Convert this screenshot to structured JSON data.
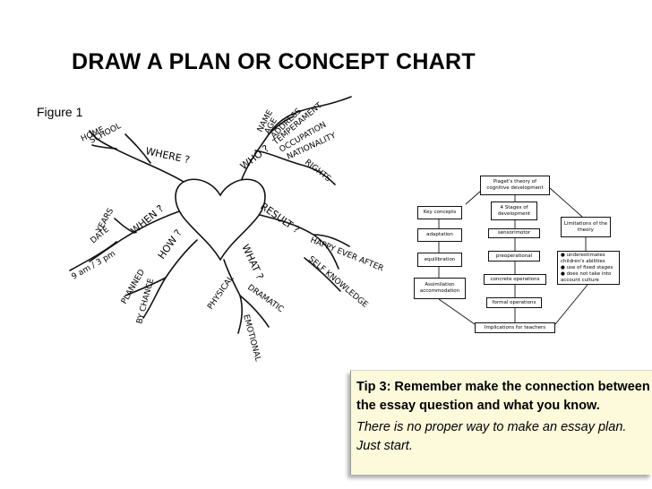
{
  "slide": {
    "title": "DRAW A PLAN OR CONCEPT CHART",
    "figure_label": "Figure 1"
  },
  "mindmap": {
    "words": {
      "where": "WHERE ?",
      "who": "WHO ?",
      "when": "WHEN ?",
      "how": "HOW ?",
      "what": "WHAT ?",
      "result": "RESULT ?",
      "school": "SCHOOL",
      "home": "HOME",
      "rights": "RIGHTS",
      "name": "NAME",
      "age": "AGE",
      "address": "ADDRESS",
      "temperament": "TEMPERAMENT",
      "occupation": "OCCUPATION",
      "nationality": "NATIONALITY",
      "years": "YEARS",
      "date": "DATE",
      "time": "9 am / 3 pm",
      "planned": "PLANNED",
      "chance": "BY CHANCE",
      "physical": "PHYSICAL",
      "dramatic": "DRAMATIC",
      "emotional": "EMOTIONAL",
      "happy": "HAPPY EVER AFTER",
      "self": "SELF KNOWLEDGE"
    }
  },
  "flowchart": {
    "root": "Piaget's theory of cognitive development",
    "key": "Key concepts",
    "adaptation": "adaptation",
    "equilibration": "equilibration",
    "assimilation": "Assimilation accommodation",
    "stages": "4 Stages of development",
    "sensorimotor": "sensorimotor",
    "preoperational": "preoperational",
    "concrete": "concrete operations",
    "formal": "formal operations",
    "limitations": "Limitations of the theory",
    "lim_list": [
      "underestimates children's abilities",
      "use of fixed stages",
      "does not take into account culture"
    ],
    "implications": "Implications for teachers"
  },
  "tip": {
    "heading": "Tip 3: Remember make the connection between the essay question and what you know.",
    "body_line1": "There is no proper way to make an essay plan.",
    "body_line2": "Just start."
  }
}
